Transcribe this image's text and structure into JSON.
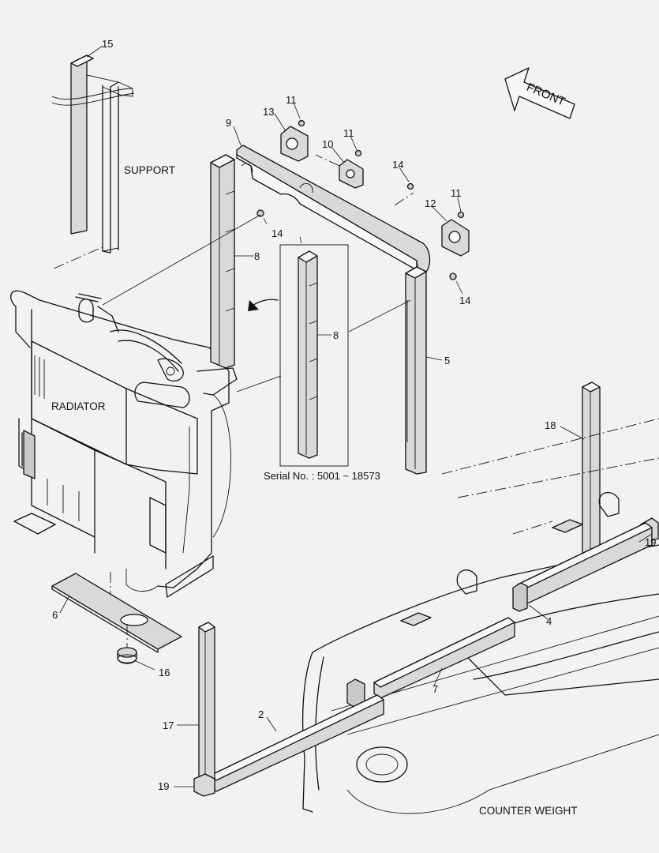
{
  "labels": {
    "support": "SUPPORT",
    "radiator": "RADIATOR",
    "counter_weight": "COUNTER WEIGHT",
    "front": "FRONT",
    "serial": "Serial No. : 5001 ~ 18573"
  },
  "callouts": {
    "p2": "2",
    "p4": "4",
    "p5": "5",
    "p6": "6",
    "p7": "7",
    "p8a": "8",
    "p8b": "8",
    "p9": "9",
    "p10": "10",
    "p11a": "11",
    "p11b": "11",
    "p11c": "11",
    "p12": "12",
    "p13": "13",
    "p14a": "14",
    "p14b": "14",
    "p14c": "14",
    "p15": "15",
    "p16": "16",
    "p17": "17",
    "p18": "18",
    "p19a": "19",
    "p19b": "19"
  }
}
